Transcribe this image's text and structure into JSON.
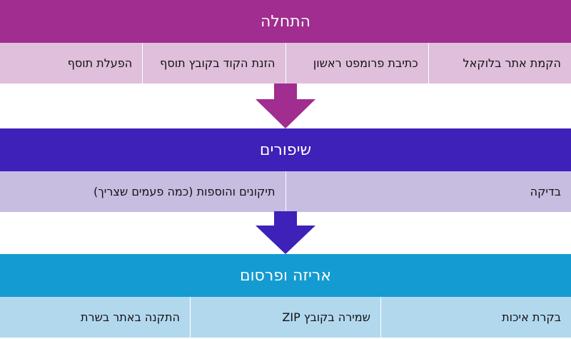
{
  "stages": [
    {
      "title": "התחלה",
      "color": "#a02d8f",
      "cell_color": "#dfbfdb",
      "steps": [
        "הקמת אתר בלוקאל",
        "כתיבת פרומפט ראשון",
        "הזנת הקוד בקובץ תוסף",
        "הפעלת תוסף"
      ]
    },
    {
      "title": "שיפורים",
      "color": "#3d21b8",
      "cell_color": "#c6bde1",
      "steps": [
        "בדיקה",
        "תיקונים והוספות (כמה פעמים שצריך)"
      ]
    },
    {
      "title": "אריזה ופרסום",
      "color": "#149bd2",
      "cell_color": "#b2d8ee",
      "steps": [
        "בקרת איכות",
        "שמירה בקובץ ZIP",
        "התקנה באתר בשרת"
      ]
    }
  ],
  "arrows": [
    {
      "name": "down-arrow-1",
      "color": "#a02d8f"
    },
    {
      "name": "down-arrow-2",
      "color": "#3d21b8"
    }
  ]
}
